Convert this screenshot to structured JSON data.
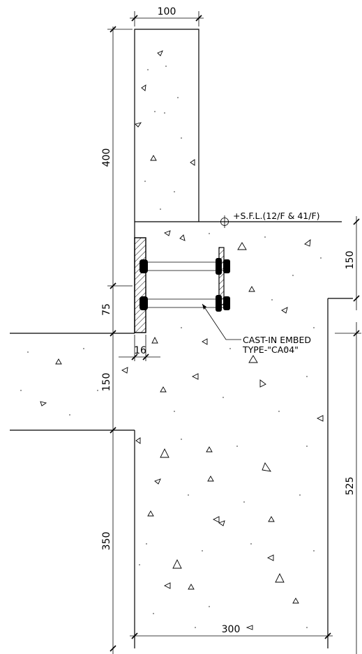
{
  "dimensions": {
    "wall_width": "100",
    "wall_height": "400",
    "slab_thickness": "150",
    "embed_depth": "75",
    "plate_thickness": "16",
    "lower_slab": "150",
    "lower_height": "350",
    "beam_depth": "525",
    "beam_width": "300"
  },
  "labels": {
    "sfl": "+S.F.L.(12/F & 41/F)",
    "embed_line1": "CAST-IN EMBED",
    "embed_line2": "TYPE-\"CA04\""
  },
  "icons": {
    "level_marker": "crosshair-circle-icon"
  }
}
